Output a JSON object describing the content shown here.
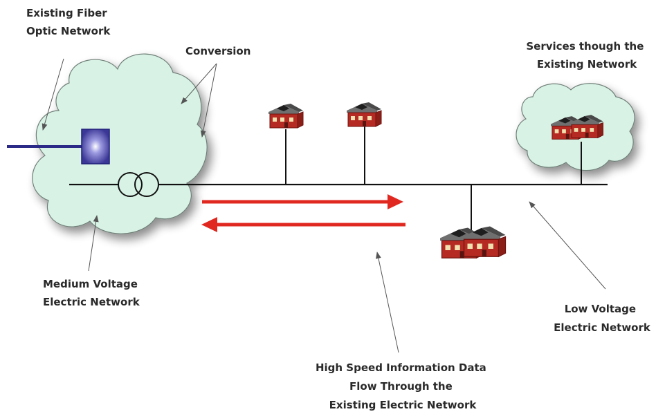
{
  "labels": {
    "fiber_network": [
      "Existing Fiber",
      "Optic Network"
    ],
    "conversion": "Conversion",
    "services": [
      "Services though the",
      "Existing Network"
    ],
    "medium_voltage": [
      "Medium Voltage",
      "Electric Network"
    ],
    "low_voltage": [
      "Low Voltage",
      "Electric Network"
    ],
    "data_flow": [
      "High Speed Information Data",
      "Flow Through the",
      "Existing Electric Network"
    ]
  },
  "colors": {
    "cloud_fill": "#d8f3e6",
    "cloud_stroke": "#6f7f78",
    "fiber_line": "#2b2a86",
    "converter_box": "#3a3796",
    "power_line": "#111111",
    "arrow_red": "#e02820",
    "house_wall": "#b52a22",
    "house_roof": "#8a8a8a",
    "house_window": "#f0e2b0",
    "callout_line": "#555555"
  },
  "icons": {
    "converter": "fiber-converter-icon",
    "transformer": "transformer-icon",
    "house": "house-icon"
  }
}
